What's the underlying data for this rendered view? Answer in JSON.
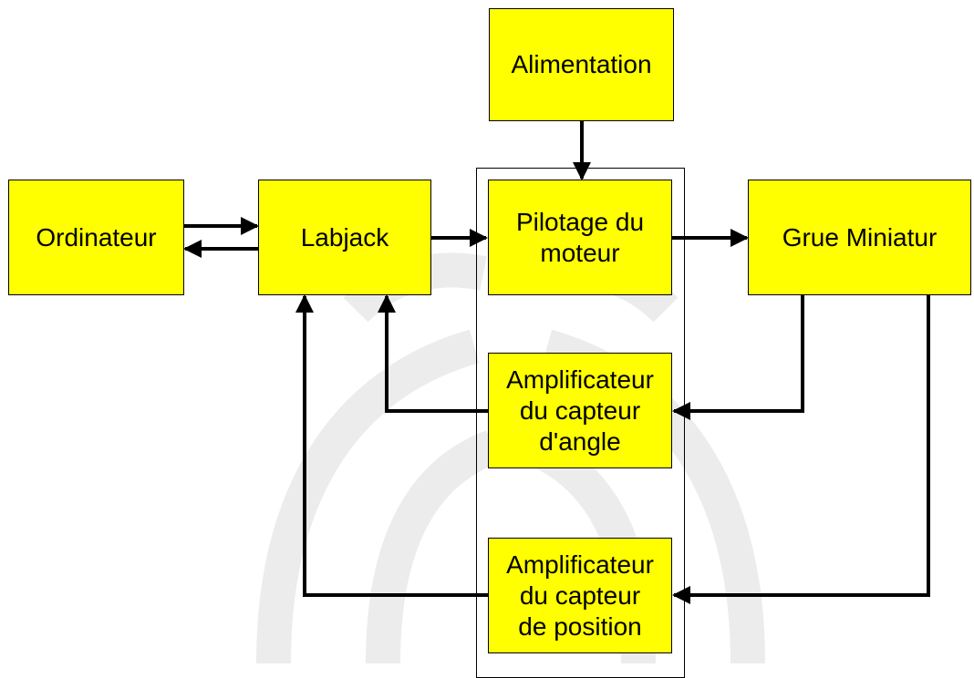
{
  "diagram": {
    "nodes": {
      "alimentation": "Alimentation",
      "ordinateur": "Ordinateur",
      "labjack": "Labjack",
      "pilotage": "Pilotage  du\nmoteur",
      "grue": "Grue Miniatur",
      "amp_angle": "Amplificateur\ndu capteur\nd'angle",
      "amp_position": "Amplificateur\ndu capteur\nde position"
    },
    "colors": {
      "box_fill": "#ffff00",
      "stroke": "#000000",
      "watermark": "#ececec"
    }
  }
}
